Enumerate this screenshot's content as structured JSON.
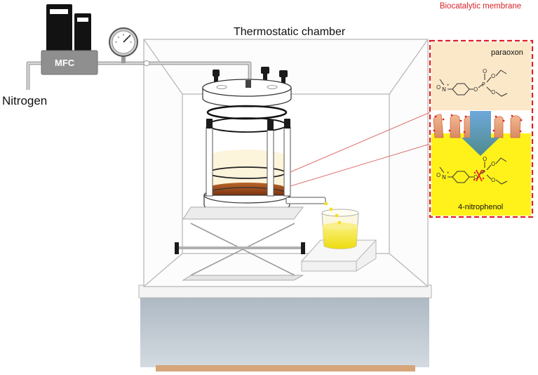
{
  "labels": {
    "chamber": "Thermostatic chamber",
    "nitrogen": "Nitrogen",
    "mfc": "MFC",
    "membrane": "Biocatalytic membrane",
    "substrate": "paraoxon",
    "product": "4-nitrophenol"
  },
  "colors": {
    "membrane_border": "#e02020",
    "substrate_panel": "#fbe8c8",
    "product_panel": "#fff21a",
    "enzyme": "#e8a07c",
    "liquid_brown": "#9b4a1c",
    "beaker_liquid": "#f6ea2a",
    "table_base": "#bcc6cf",
    "arrow": "#5a9bd5",
    "reaction_lines": "#e07070"
  },
  "icons": [
    "pressure-gauge-icon",
    "flow-arrow-icon",
    "knob-icon"
  ]
}
